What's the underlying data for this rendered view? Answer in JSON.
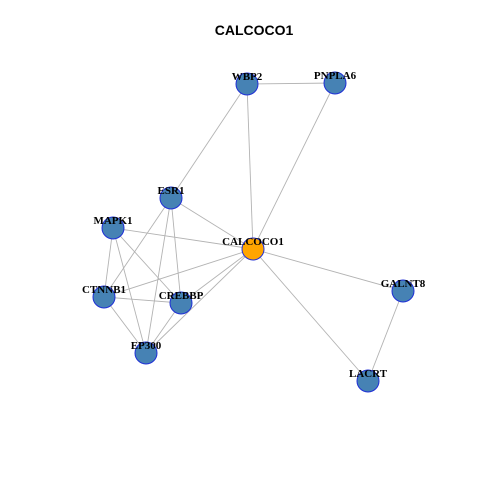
{
  "title": "CALCOCO1",
  "colors": {
    "node_fill": "#4682b4",
    "node_stroke": "#1f2fd6",
    "focus_fill": "#ffa500",
    "edge": "#b3b3b3"
  },
  "network": {
    "focus": "CALCOCO1",
    "nodes": [
      {
        "id": "WBP2",
        "label": "WBP2"
      },
      {
        "id": "PNPLA6",
        "label": "PNPLA6"
      },
      {
        "id": "ESR1",
        "label": "ESR1"
      },
      {
        "id": "MAPK1",
        "label": "MAPK1"
      },
      {
        "id": "CALCOCO1",
        "label": "CALCOCO1"
      },
      {
        "id": "GALNT8",
        "label": "GALNT8"
      },
      {
        "id": "CTNNB1",
        "label": "CTNNB1"
      },
      {
        "id": "CREBBP",
        "label": "CREBBP"
      },
      {
        "id": "EP300",
        "label": "EP300"
      },
      {
        "id": "LACRT",
        "label": "LACRT"
      }
    ],
    "edges": [
      [
        "WBP2",
        "PNPLA6"
      ],
      [
        "WBP2",
        "ESR1"
      ],
      [
        "WBP2",
        "CALCOCO1"
      ],
      [
        "PNPLA6",
        "CALCOCO1"
      ],
      [
        "ESR1",
        "CALCOCO1"
      ],
      [
        "ESR1",
        "CTNNB1"
      ],
      [
        "ESR1",
        "CREBBP"
      ],
      [
        "ESR1",
        "EP300"
      ],
      [
        "MAPK1",
        "CALCOCO1"
      ],
      [
        "MAPK1",
        "CTNNB1"
      ],
      [
        "MAPK1",
        "CREBBP"
      ],
      [
        "MAPK1",
        "EP300"
      ],
      [
        "CALCOCO1",
        "CTNNB1"
      ],
      [
        "CALCOCO1",
        "CREBBP"
      ],
      [
        "CALCOCO1",
        "EP300"
      ],
      [
        "CALCOCO1",
        "GALNT8"
      ],
      [
        "CALCOCO1",
        "LACRT"
      ],
      [
        "GALNT8",
        "LACRT"
      ],
      [
        "CTNNB1",
        "CREBBP"
      ],
      [
        "CTNNB1",
        "EP300"
      ],
      [
        "CREBBP",
        "EP300"
      ]
    ]
  }
}
